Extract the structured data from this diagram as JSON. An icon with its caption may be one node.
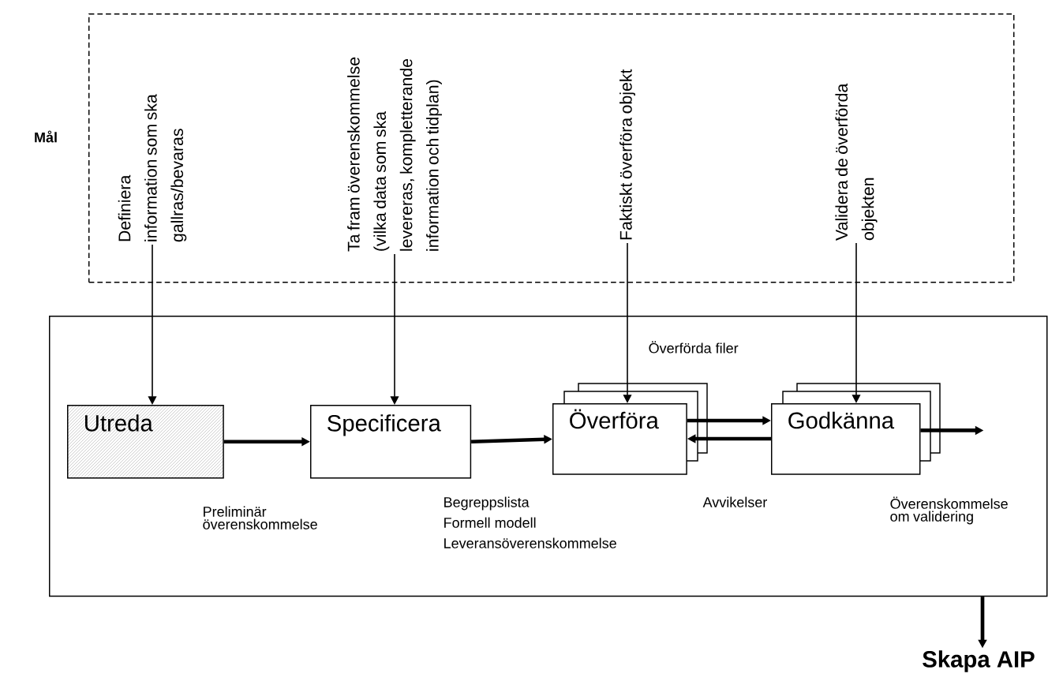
{
  "diagram": {
    "nodes": [
      {
        "text": [],
        "shape": "box"
      },
      {
        "text": [
          "Definiera information som ska gallras/bevaras"
        ],
        "in": 0
      },
      {
        "text": [
          "Ta fram överenskommelse (vilka data som ska levereras, kompletterande information och tidplan)"
        ],
        "in": 0
      },
      {
        "text": [
          "Faktiskt överföra objekt"
        ],
        "in": 0
      },
      {
        "text": [
          "Validera de överförda objekten"
        ],
        "in": 0
      },
      {
        "text": [],
        "shape": "box"
      },
      {
        "text": [
          "Utreda"
        ],
        "in": 5
      },
      {
        "text": [
          "Specificera"
        ],
        "in": 5
      },
      {
        "text": [
          "Överföra"
        ],
        "in": 5
      },
      {
        "text": [
          "Godkänna"
        ],
        "in": 5
      },
      {
        "text": [
          "Skapa AIP"
        ]
      }
    ],
    "edges": [
      {
        "from": 1,
        "to": 6,
        "arrow": "to"
      },
      {
        "from": 2,
        "to": 7,
        "arrow": "to"
      },
      {
        "from": 3,
        "to": 8,
        "arrow": "to"
      },
      {
        "from": 4,
        "to": 9,
        "arrow": "to"
      },
      {
        "from": 6,
        "to": 7,
        "arrow": "to"
      },
      {
        "from": 7,
        "to": 8,
        "arrow": "to"
      },
      {
        "from": 8,
        "to": 9,
        "arrow": "to"
      },
      {
        "from": 9,
        "to": 8,
        "arrow": "to"
      },
      {
        "from": 9,
        "to": null,
        "arrow": "to"
      },
      {
        "from": 5,
        "to": 10,
        "arrow": "to"
      }
    ],
    "labels": [
      "Mål",
      "Överförda filer",
      "Preliminär överenskommelse",
      "Begreppslista",
      "Formell modell",
      "Leveransöverenskommelse",
      "Avvikelser",
      "Överenskommelse om validering"
    ]
  }
}
